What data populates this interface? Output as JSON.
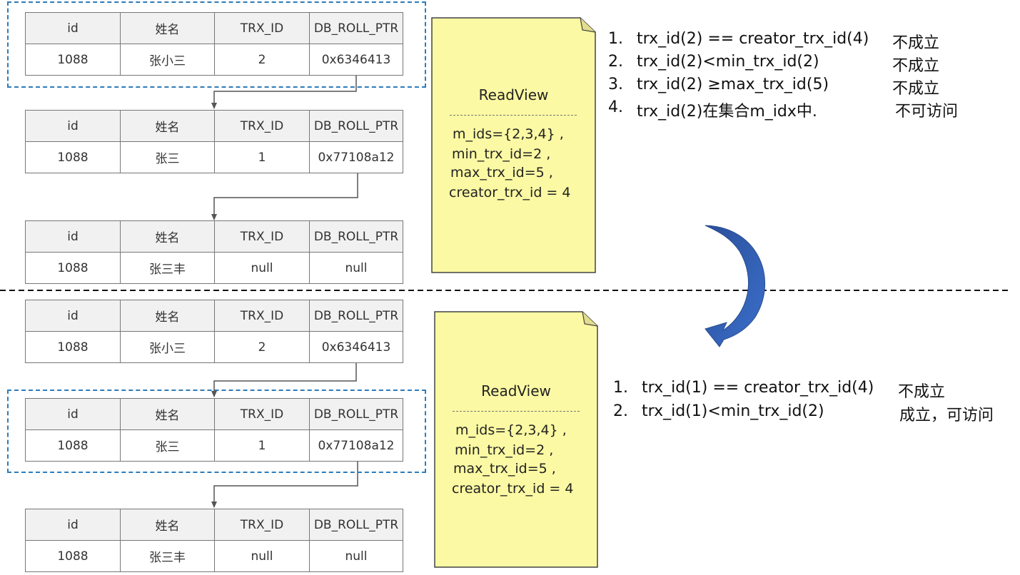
{
  "columns": [
    "id",
    "姓名",
    "TRX_ID",
    "DB_ROLL_PTR"
  ],
  "top_chain": [
    {
      "id": "1088",
      "name": "张小三",
      "trx_id": "2",
      "roll_ptr": "0x6346413"
    },
    {
      "id": "1088",
      "name": "张三",
      "trx_id": "1",
      "roll_ptr": "0x77108a12"
    },
    {
      "id": "1088",
      "name": "张三丰",
      "trx_id": "null",
      "roll_ptr": "null"
    }
  ],
  "bottom_chain": [
    {
      "id": "1088",
      "name": "张小三",
      "trx_id": "2",
      "roll_ptr": "0x6346413"
    },
    {
      "id": "1088",
      "name": "张三",
      "trx_id": "1",
      "roll_ptr": "0x77108a12"
    },
    {
      "id": "1088",
      "name": "张三丰",
      "trx_id": "null",
      "roll_ptr": "null"
    }
  ],
  "readview_top": {
    "title": "ReadView",
    "lines": [
      "m_ids={2,3,4} ,",
      "min_trx_id=2  ,",
      "max_trx_id=5  ,",
      "creator_trx_id = 4"
    ]
  },
  "readview_bottom": {
    "title": "ReadView",
    "lines": [
      "m_ids={2,3,4} ,",
      "min_trx_id=2  ,",
      "max_trx_id=5  ,",
      "creator_trx_id = 4"
    ]
  },
  "conditions_top": [
    {
      "num": "1.",
      "expr": "trx_id(2) == creator_trx_id(4)",
      "result": "不成立"
    },
    {
      "num": "2.",
      "expr": "trx_id(2)<min_trx_id(2)",
      "result": "不成立"
    },
    {
      "num": "3.",
      "expr": "trx_id(2) ≥max_trx_id(5)",
      "result": "不成立"
    },
    {
      "num": "4.",
      "expr": "trx_id(2)在集合m_idx中.",
      "result": "不可访问"
    }
  ],
  "conditions_bottom": [
    {
      "num": "1.",
      "expr": "trx_id(1) == creator_trx_id(4)",
      "result": "不成立"
    },
    {
      "num": "2.",
      "expr": "trx_id(1)<min_trx_id(2)",
      "result": "成立，可访问"
    }
  ],
  "colors": {
    "highlight_border": "#2e7bb8",
    "note_fill": "#fbf9a3",
    "arrow": "#2f56a6"
  }
}
